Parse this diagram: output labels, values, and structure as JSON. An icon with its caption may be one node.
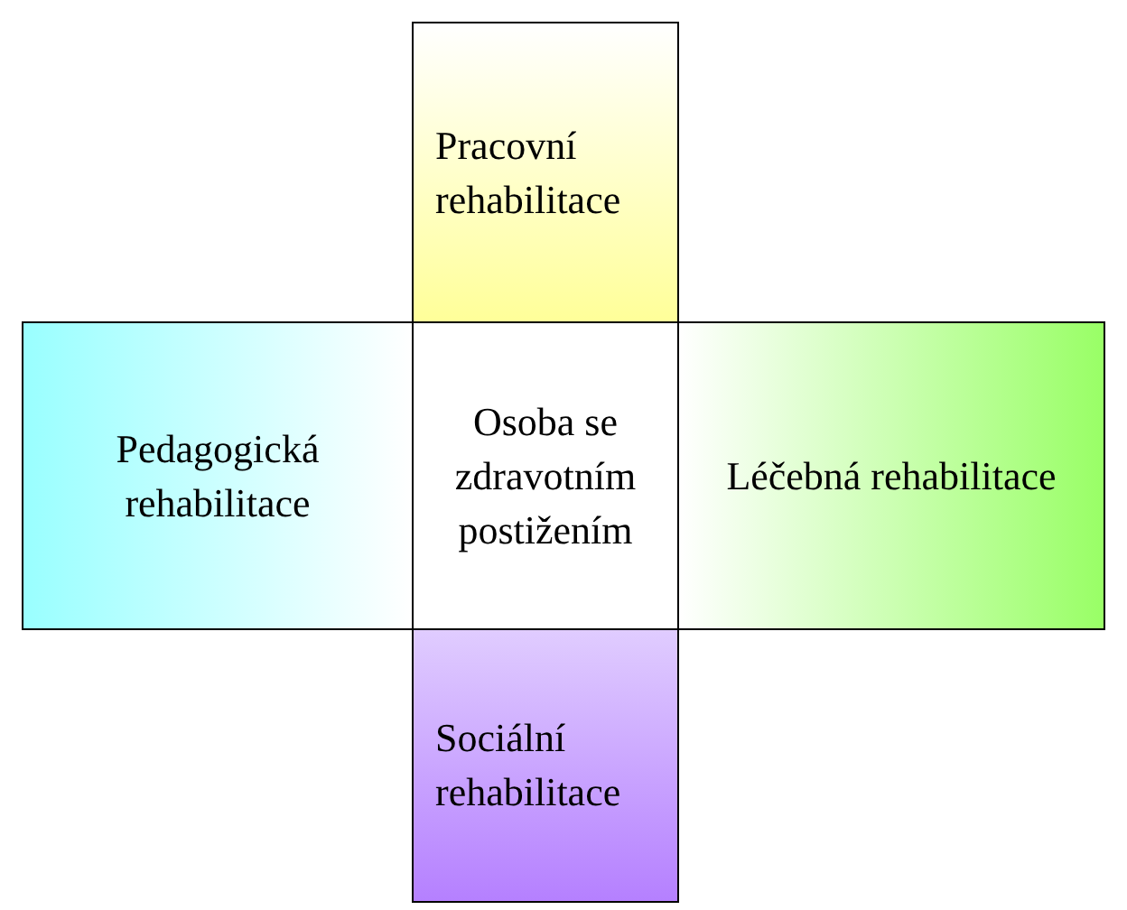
{
  "diagram": {
    "nodes": [
      {
        "text": [
          "Pracovní rehabilitace"
        ]
      },
      {
        "text": [
          "Pedagogická rehabilitace"
        ]
      },
      {
        "text": [
          "Osoba se zdravotním postižením"
        ]
      },
      {
        "text": [
          "Léčebná rehabilitace"
        ]
      },
      {
        "text": [
          "Sociální rehabilitace"
        ]
      }
    ]
  }
}
